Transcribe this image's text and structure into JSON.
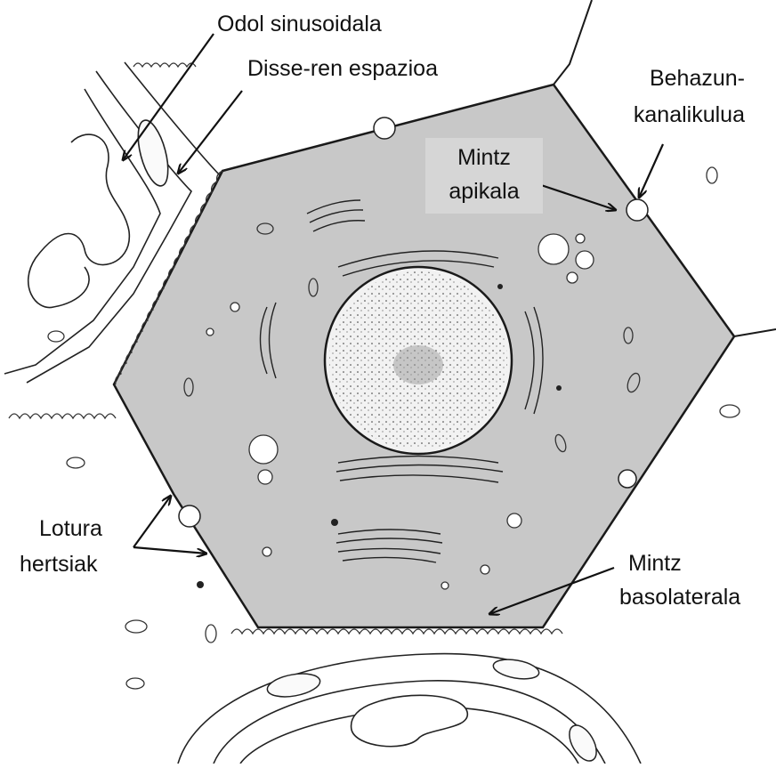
{
  "labels": {
    "odol_sinusoidala": "Odol sinusoidala",
    "disse_espazioa": "Disse-ren espazioa",
    "behazun_line1": "Behazun-",
    "behazun_line2": "kanalikulua",
    "mintz_apikala_line1": "Mintz",
    "mintz_apikala_line2": "apikala",
    "lotura_line1": "Lotura",
    "lotura_line2": "hertsiak",
    "basolateral_line1": "Mintz",
    "basolateral_line2": "basolaterala"
  },
  "colors": {
    "cytoplasm": "#c8c8c8",
    "outline": "#1a1a1a",
    "nucleus": "#f2f2f2",
    "background": "#ffffff"
  }
}
